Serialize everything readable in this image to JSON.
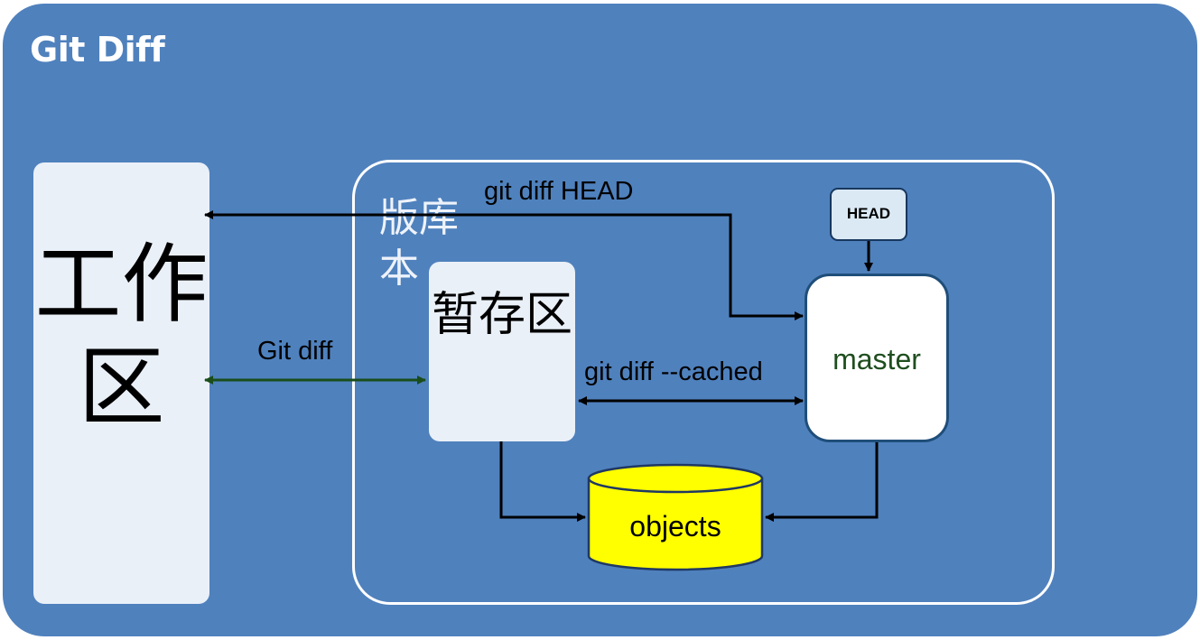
{
  "title": "Git Diff",
  "workspace": {
    "label": "工作区"
  },
  "repository": {
    "label": "版库本"
  },
  "stage": {
    "label": "暂存区"
  },
  "master": {
    "label": "master"
  },
  "head": {
    "label": "HEAD"
  },
  "objects": {
    "label": "objects"
  },
  "edges": {
    "git_diff_head": "git diff HEAD",
    "git_diff": "Git diff",
    "git_diff_cached": "git diff --cached"
  },
  "colors": {
    "background": "#4f81bd",
    "panel": "#eaf0f8",
    "objects_fill": "#ffff00",
    "git_diff_arrow": "#1a4d1a"
  }
}
